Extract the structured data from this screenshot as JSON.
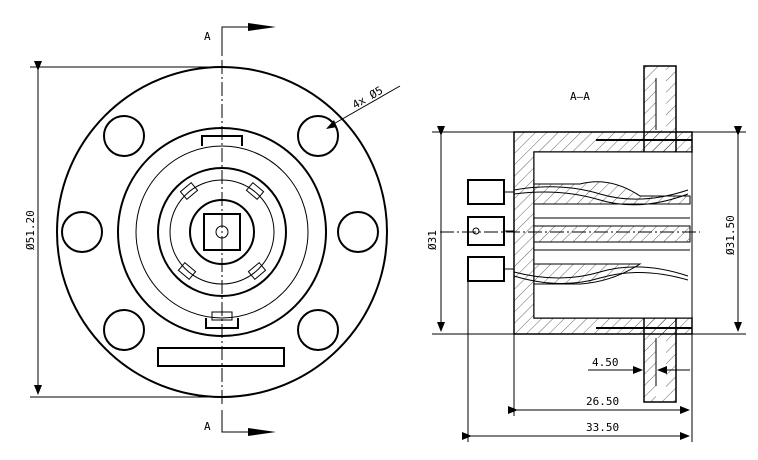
{
  "section_marker": "A",
  "section_title": "A—A",
  "front_view": {
    "outer_diameter_label": "Ø51.20",
    "hole_callout": "4x Ø5"
  },
  "side_view": {
    "inner_diameter_label": "Ø31",
    "outer_diameter_label": "Ø31.50",
    "flange_thickness_label": "4.50",
    "body_length_label": "26.50",
    "overall_length_label": "33.50"
  }
}
